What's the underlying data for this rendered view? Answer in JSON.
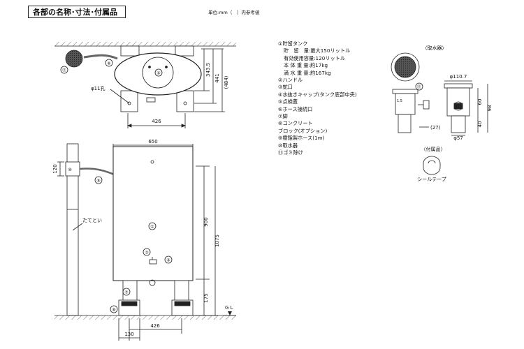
{
  "header": {
    "title": "各部の名称･寸法･付属品",
    "unit_note": "単位:mm（　）内参考値"
  },
  "parts_list": [
    {
      "text": "①貯留タンク",
      "indent": false
    },
    {
      "text": "貯　留　量:最大150リットル",
      "indent": true
    },
    {
      "text": "有効使用容量:120リットル",
      "indent": true
    },
    {
      "text": "本 体 重 量:約17kg",
      "indent": true
    },
    {
      "text": "満 水 重 量:約167kg",
      "indent": true
    },
    {
      "text": "②ハンドル",
      "indent": false
    },
    {
      "text": "③蛇口",
      "indent": false
    },
    {
      "text": "④水抜きキャップ(タンク底部中央)",
      "indent": false
    },
    {
      "text": "⑤点検蓋",
      "indent": false
    },
    {
      "text": "⑥ホース接続口",
      "indent": false
    },
    {
      "text": "⑦脚",
      "indent": false
    },
    {
      "text": "⑧コンクリート",
      "indent": false
    },
    {
      "text": "ブロック(オプション)",
      "indent": false
    },
    {
      "text": "⑨樹脂製ホース(1m)",
      "indent": false
    },
    {
      "text": "⑩取水器",
      "indent": false
    },
    {
      "text": "⑪ゴミ除け",
      "indent": false
    }
  ],
  "top_view": {
    "dim_width": "426",
    "dim_depth": "343.5",
    "dim_depth2": "441",
    "dim_depth3": "(484)",
    "hole_label": "φ11孔",
    "callout_5": "⑤",
    "callout_6": "⑥",
    "callout_11": "⑪"
  },
  "front_view": {
    "dim_width": "650",
    "dim_height_body": "900",
    "dim_height_total": "1075",
    "dim_leg": "175",
    "dim_120": "120",
    "dim_bottom_426": "426",
    "dim_130": "130",
    "downspout_label": "たてとい",
    "ground_label": "G L",
    "callout_1": "①",
    "callout_2": "②",
    "callout_3": "③",
    "callout_7": "⑦",
    "callout_8": "⑧",
    "callout_9": "⑨",
    "callout_10": "⑩"
  },
  "intake_section": {
    "title": "〈取水器〉",
    "callout_11": "⑪",
    "dim_dia_top": "φ110.7",
    "dim_dia_bottom": "φ57",
    "dim_27": "(27)",
    "dim_60": "60",
    "dim_98": "98",
    "dim_40": "40",
    "small_label": "1.5"
  },
  "accessory": {
    "title": "〈付属品〉",
    "item_label": "シールテープ"
  }
}
